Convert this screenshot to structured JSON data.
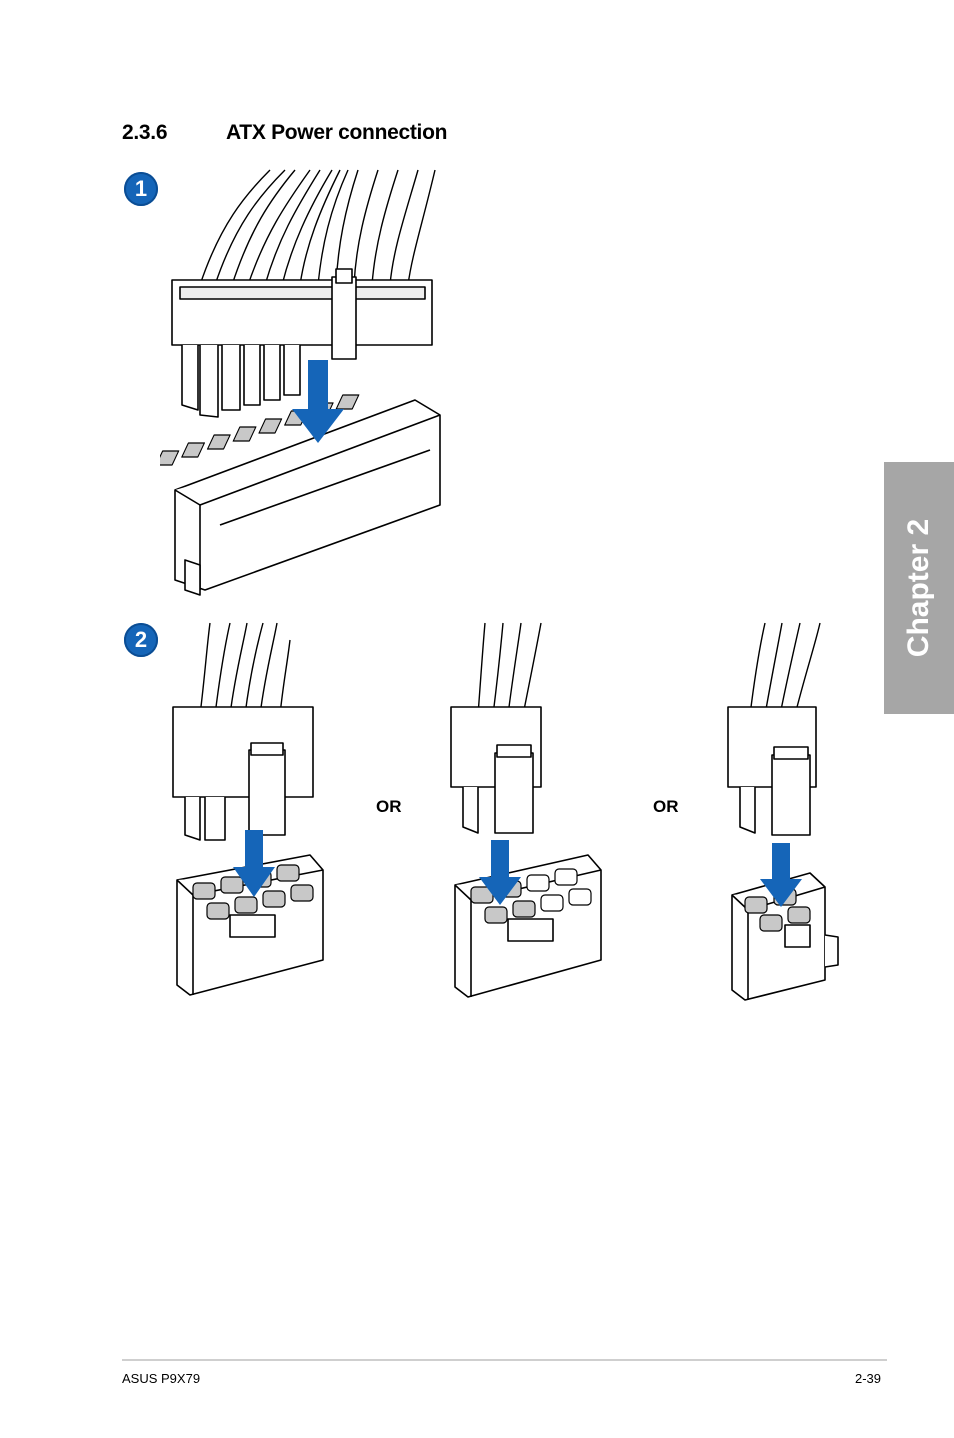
{
  "section": {
    "number": "2.3.6",
    "title": "ATX Power connection"
  },
  "steps": [
    "1",
    "2"
  ],
  "or_labels": [
    "OR",
    "OR"
  ],
  "chapter_tab": "Chapter 2",
  "footer": {
    "product": "ASUS P9X79",
    "page": "2-39"
  },
  "colors": {
    "arrow": "#1565b8",
    "tab": "#a6a6a6",
    "pin": "#c8c8c8"
  },
  "icons": [
    "24-pin-atx-plug-icon",
    "24-pin-atx-socket-icon",
    "8-pin-eatx-plug-icon",
    "8-pin-eatx-socket-icon",
    "4-pin-plug-icon",
    "4-pin-socket-icon",
    "down-arrow-icon"
  ]
}
